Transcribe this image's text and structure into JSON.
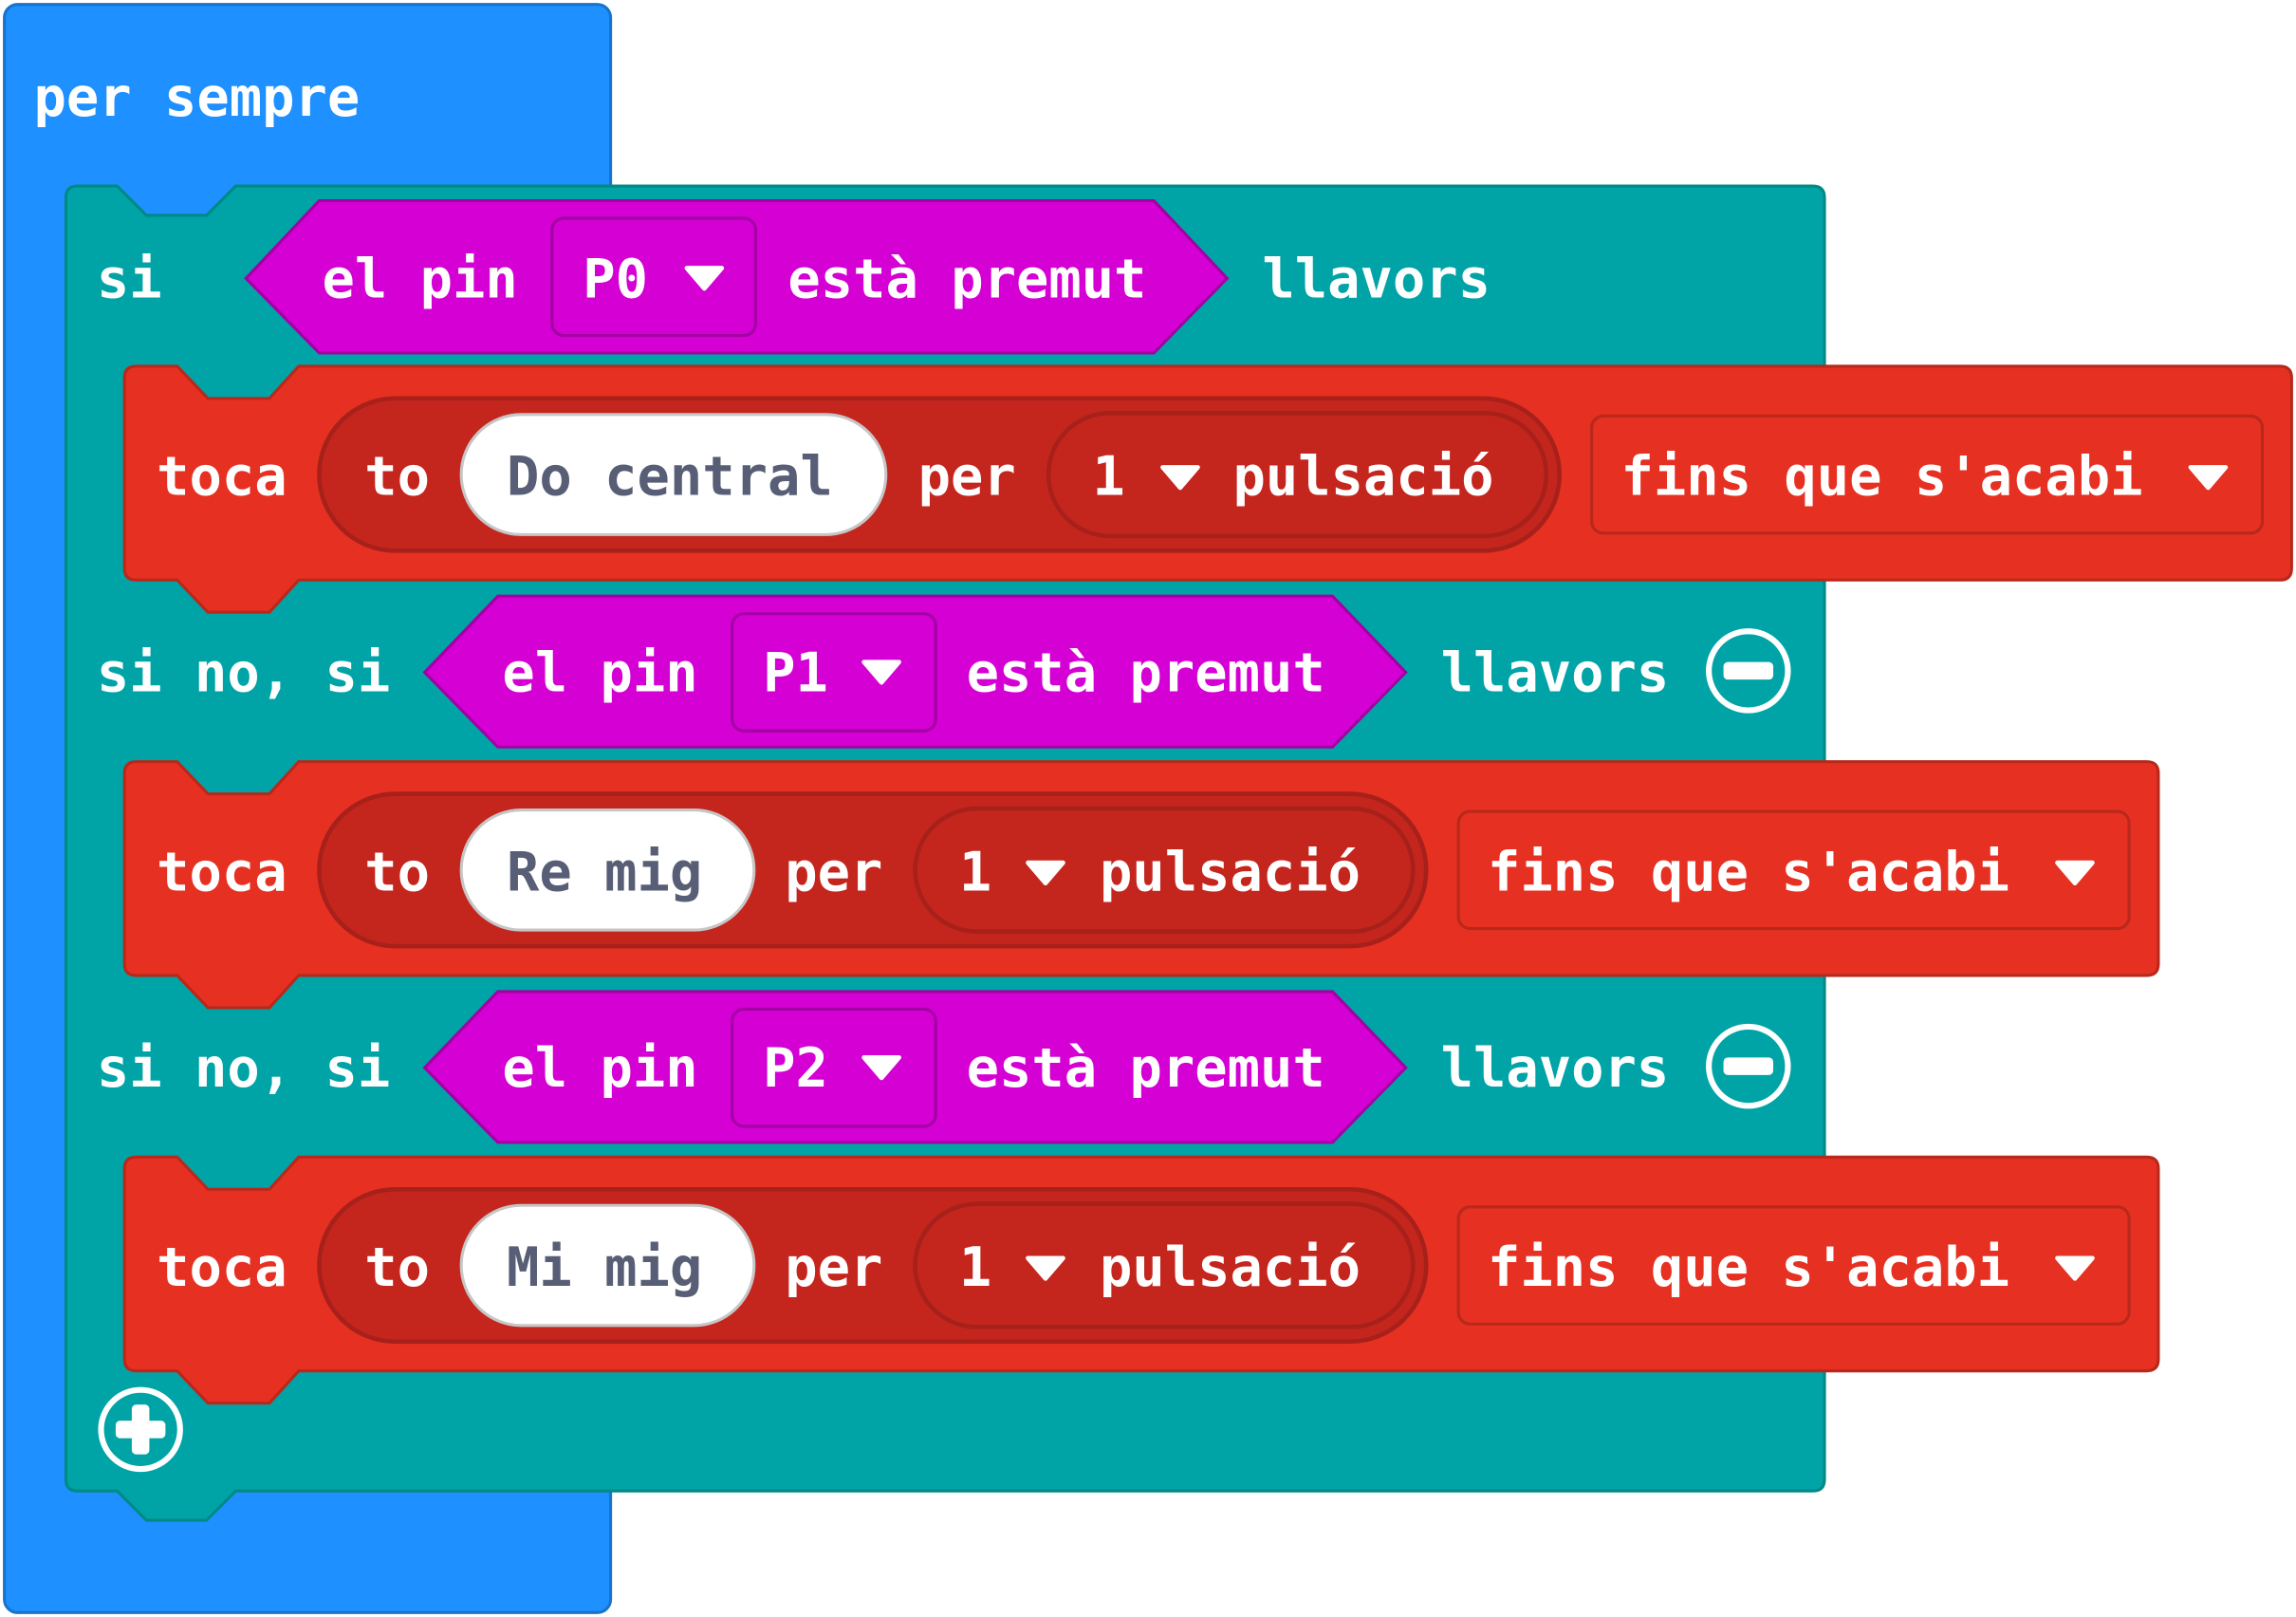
{
  "forever": {
    "label": "per sempre",
    "color": "#1E90FF"
  },
  "if_block": {
    "color": "#00A4A6",
    "add_icon": "plus-circle-icon",
    "branches": [
      {
        "keyword": "si",
        "condition": {
          "prefix": "el pin",
          "pin": "P0",
          "suffix": "està premut",
          "color": "#D400D4"
        },
        "then": "llavors",
        "action": {
          "verb": "toca",
          "to": "to",
          "note": "Do central",
          "per": "per",
          "beats": "1",
          "unit": "pulsació",
          "mode": "fins que s'acabi",
          "color": "#E63022"
        }
      },
      {
        "keyword": "si no, si",
        "condition": {
          "prefix": "el pin",
          "pin": "P1",
          "suffix": "està premut"
        },
        "then": "llavors",
        "remove_icon": "minus-circle-icon",
        "action": {
          "verb": "toca",
          "to": "to",
          "note": "Re mig",
          "per": "per",
          "beats": "1",
          "unit": "pulsació",
          "mode": "fins que s'acabi"
        }
      },
      {
        "keyword": "si no, si",
        "condition": {
          "prefix": "el pin",
          "pin": "P2",
          "suffix": "està premut"
        },
        "then": "llavors",
        "remove_icon": "minus-circle-icon",
        "action": {
          "verb": "toca",
          "to": "to",
          "note": "Mi mig",
          "per": "per",
          "beats": "1",
          "unit": "pulsació",
          "mode": "fins que s'acabi"
        }
      }
    ]
  }
}
